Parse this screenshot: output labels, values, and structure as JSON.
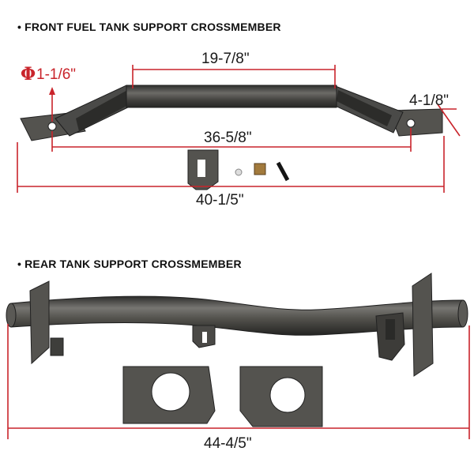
{
  "front": {
    "heading": "FRONT FUEL TANK SUPPORT CROSSMEMBER",
    "bullet": "•",
    "dims": {
      "hole_symbol": "Φ",
      "hole": "1-1/6\"",
      "top_span": "19-7/8\"",
      "width": "4-1/8\"",
      "hole_span": "36-5/8\"",
      "overall": "40-1/5\""
    }
  },
  "rear": {
    "heading": "REAR TANK SUPPORT CROSSMEMBER",
    "bullet": "•",
    "dims": {
      "overall": "44-4/5\""
    }
  },
  "colors": {
    "dimension_red": "#c9242b",
    "steel_dark": "#3a3a38",
    "steel_light": "#6c6b67"
  }
}
